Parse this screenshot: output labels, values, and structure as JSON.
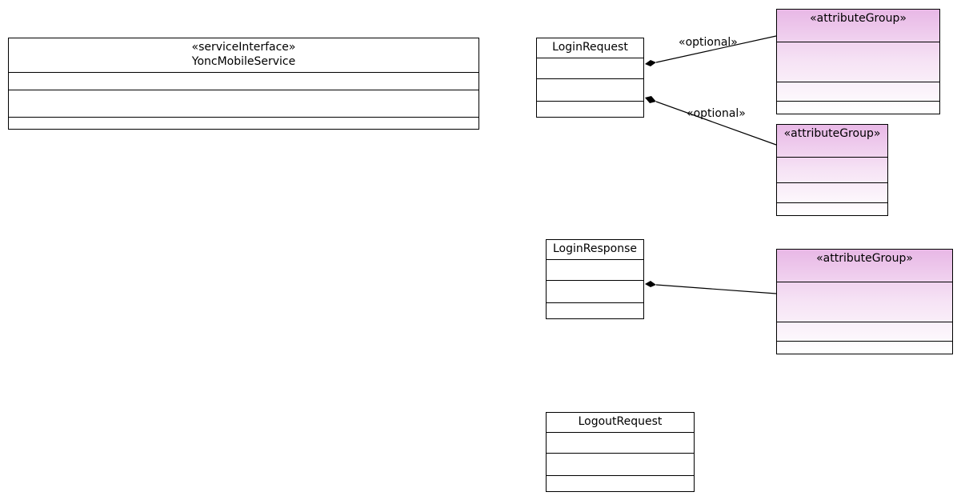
{
  "diagram": {
    "service": {
      "stereotype": "«serviceInterface»",
      "name": "YoncMobileService"
    },
    "login_request": {
      "name": "LoginRequest"
    },
    "login_response": {
      "name": "LoginResponse"
    },
    "logout_request": {
      "name": "LogoutRequest"
    },
    "attribute_groups": [
      {
        "stereotype": "«attributeGroup»"
      },
      {
        "stereotype": "«attributeGroup»"
      },
      {
        "stereotype": "«attributeGroup»"
      }
    ],
    "edges": [
      {
        "label": "«optional»"
      },
      {
        "label": "«optional»"
      },
      {
        "label": ""
      }
    ],
    "colors": {
      "attribute_group_top": "#e8b8e6",
      "line": "#000000",
      "background": "#ffffff"
    }
  }
}
